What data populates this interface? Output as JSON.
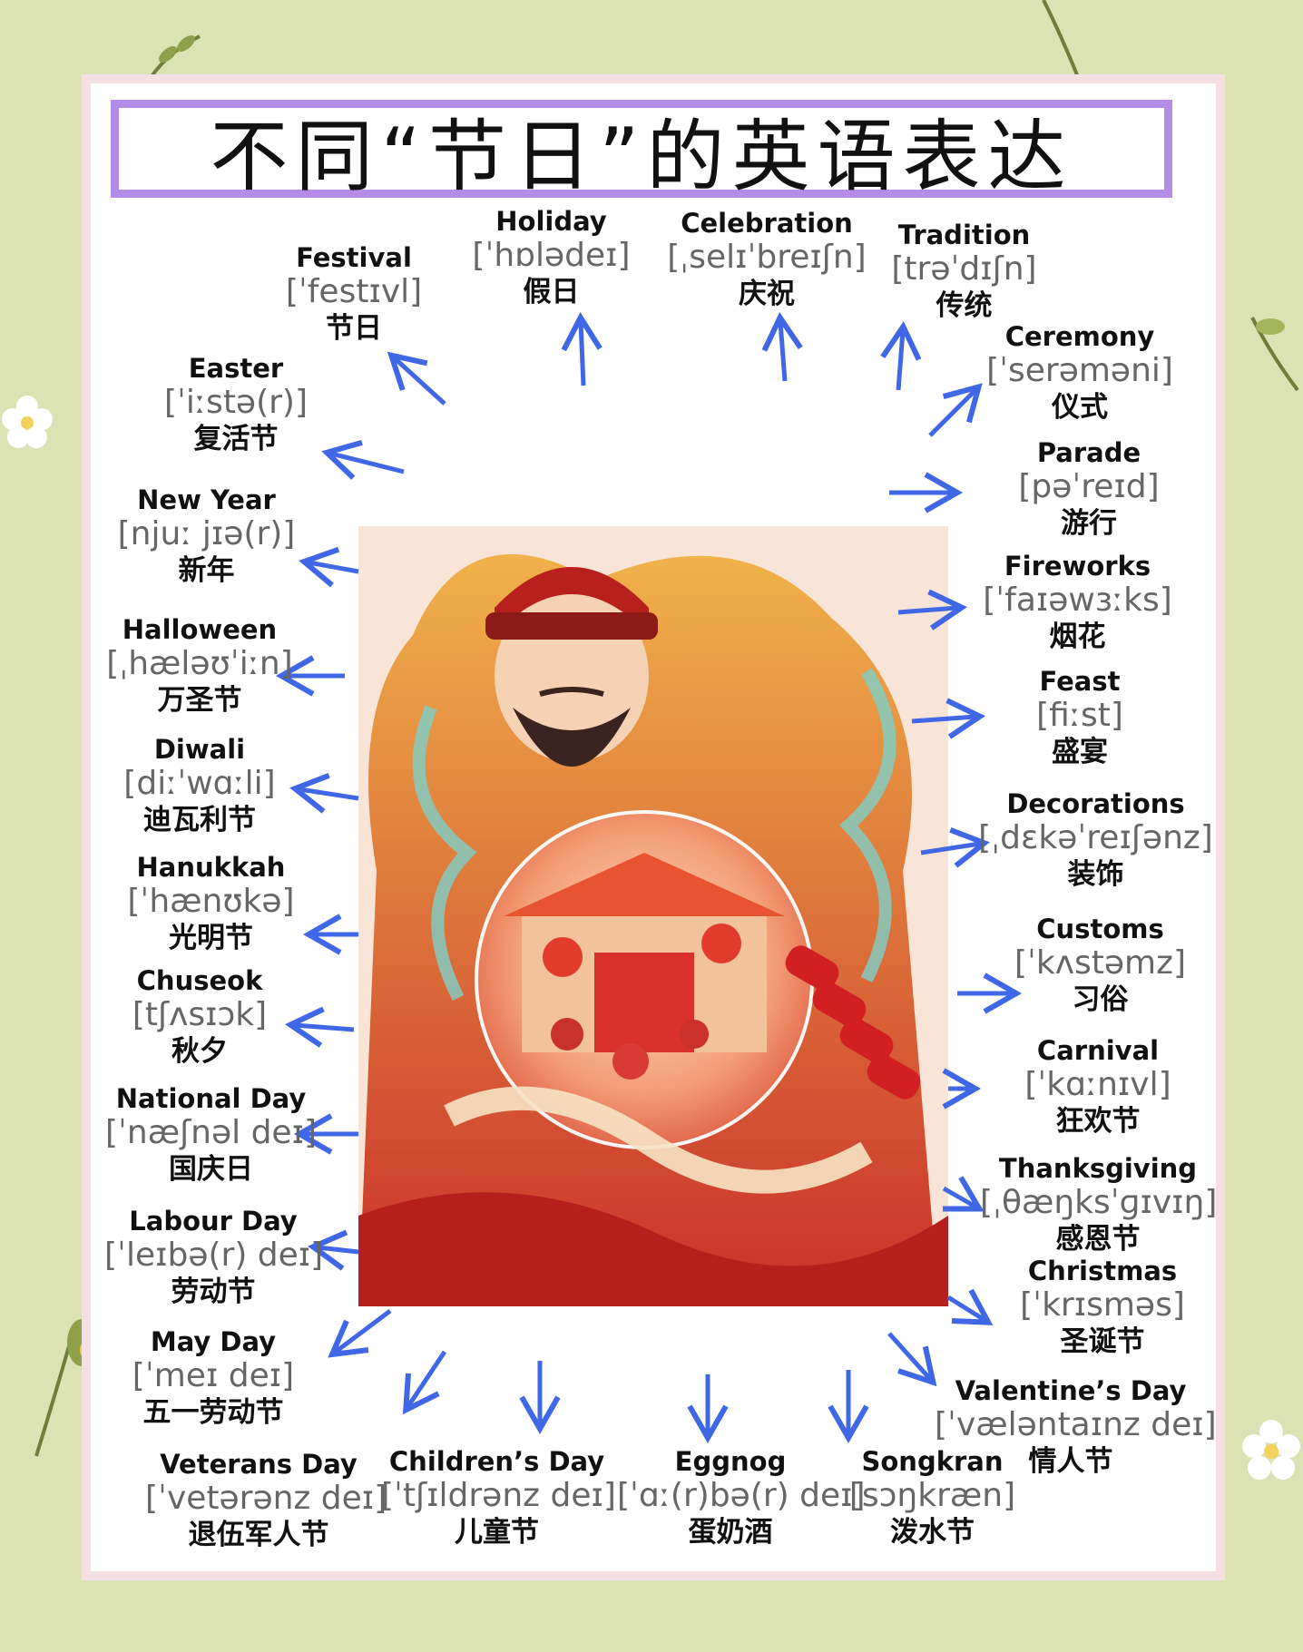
{
  "title": "不同“节日”的英语表达",
  "colors": {
    "background": "#dbe3b4",
    "title_border": "#b48be6",
    "arrow": "#3f67e6",
    "card": "#ffffff"
  },
  "words": [
    {
      "id": "festival",
      "en": "Festival",
      "ph": "[ˈfestɪvl]",
      "zh": "节日"
    },
    {
      "id": "holiday",
      "en": "Holiday",
      "ph": "[ˈhɒlədeɪ]",
      "zh": "假日"
    },
    {
      "id": "celebration",
      "en": "Celebration",
      "ph": "[ˌselɪˈbreɪʃn]",
      "zh": "庆祝"
    },
    {
      "id": "tradition",
      "en": "Tradition",
      "ph": "[trəˈdɪʃn]",
      "zh": "传统"
    },
    {
      "id": "ceremony",
      "en": "Ceremony",
      "ph": "[ˈserəməni]",
      "zh": "仪式"
    },
    {
      "id": "parade",
      "en": "Parade",
      "ph": "[pəˈreɪd]",
      "zh": "游行"
    },
    {
      "id": "fireworks",
      "en": "Fireworks",
      "ph": "[ˈfaɪəwɜːks]",
      "zh": "烟花"
    },
    {
      "id": "feast",
      "en": "Feast",
      "ph": "[fiːst]",
      "zh": "盛宴"
    },
    {
      "id": "decorations",
      "en": "Decorations",
      "ph": "[ˌdɛkəˈreɪʃənz]",
      "zh": "装饰"
    },
    {
      "id": "customs",
      "en": "Customs",
      "ph": "[ˈkʌstəmz]",
      "zh": "习俗"
    },
    {
      "id": "carnival",
      "en": "Carnival",
      "ph": "[ˈkɑːnɪvl]",
      "zh": "狂欢节"
    },
    {
      "id": "thanksgiving",
      "en": "Thanksgiving",
      "ph": "[ˌθæŋksˈɡɪvɪŋ]",
      "zh": "感恩节"
    },
    {
      "id": "christmas",
      "en": "Christmas",
      "ph": "[ˈkrɪsməs]",
      "zh": "圣诞节"
    },
    {
      "id": "valentines",
      "en": "Valentine’s Day",
      "ph": "[ˈvæləntaɪnz deɪ]",
      "zh": "情人节"
    },
    {
      "id": "songkran",
      "en": "Songkran",
      "ph": "[sɔŋkræn]",
      "zh": "泼水节"
    },
    {
      "id": "eggnog",
      "en": "Eggnog",
      "ph": "[ˈɑː(r)bə(r) deɪ]",
      "zh": "蛋奶酒"
    },
    {
      "id": "childrens",
      "en": "Children’s Day",
      "ph": "[ˈtʃɪldrənz deɪ]",
      "zh": "儿童节"
    },
    {
      "id": "veterans",
      "en": "Veterans Day",
      "ph": "[ˈvetərənz deɪ]",
      "zh": "退伍军人节"
    },
    {
      "id": "mayday",
      "en": "May Day",
      "ph": "[ˈmeɪ deɪ]",
      "zh": "五一劳动节"
    },
    {
      "id": "labour",
      "en": "Labour Day",
      "ph": "[ˈleɪbə(r) deɪ]",
      "zh": "劳动节"
    },
    {
      "id": "national",
      "en": "National Day",
      "ph": "[ˈnæʃnəl deɪ]",
      "zh": "国庆日"
    },
    {
      "id": "chuseok",
      "en": "Chuseok",
      "ph": "[tʃʌsɪɔk]",
      "zh": "秋夕"
    },
    {
      "id": "hanukkah",
      "en": "Hanukkah",
      "ph": "[ˈhænʊkə]",
      "zh": "光明节"
    },
    {
      "id": "diwali",
      "en": "Diwali",
      "ph": "[diːˈwɑːli]",
      "zh": "迪瓦利节"
    },
    {
      "id": "halloween",
      "en": "Halloween",
      "ph": "[ˌhæləʊˈiːn]",
      "zh": "万圣节"
    },
    {
      "id": "newyear",
      "en": "New Year",
      "ph": "[njuː jɪə(r)]",
      "zh": "新年"
    },
    {
      "id": "easter",
      "en": "Easter",
      "ph": "[ˈiːstə(r)]",
      "zh": "复活节"
    }
  ]
}
